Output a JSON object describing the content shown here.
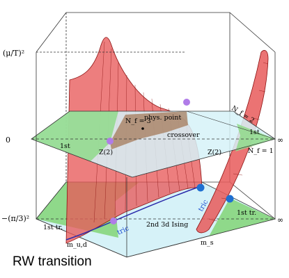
{
  "axis_labels": {
    "mu_over_T_sq": "(μ/T)²",
    "zero": "0",
    "neg_pi3_sq": "−(π/3)²",
    "inf_mid": "∞",
    "inf_bottom": "∞",
    "m_ud": "m_u,d",
    "m_s": "m_s"
  },
  "region_labels": {
    "first_left_mid": "1st",
    "first_right_mid": "1st",
    "first_tr_left": "1st tr.",
    "first_tr_right": "1st tr.",
    "crossover": "crossover",
    "second_3d_ising": "2nd 3d Ising",
    "z2_left": "Z(2)",
    "z2_right": "Z(2)",
    "nf3": "N_f = 3",
    "nf2": "N_f = 2",
    "nf1": "N_f = 1",
    "phys_point": "phys. point",
    "tric_left": "tric",
    "tric_right": "tric"
  },
  "caption": "RW transition",
  "colors": {
    "red_surface": "#e85a5a",
    "red_stroke": "#8a1010",
    "green_plane": "#8fd98a",
    "cyan_plane": "#d6f2f8",
    "brown_overlap": "#9c6a45",
    "blue_point": "#1e6fd1",
    "purple_point": "#b07ce8",
    "blue_line": "#2a2aaa"
  }
}
